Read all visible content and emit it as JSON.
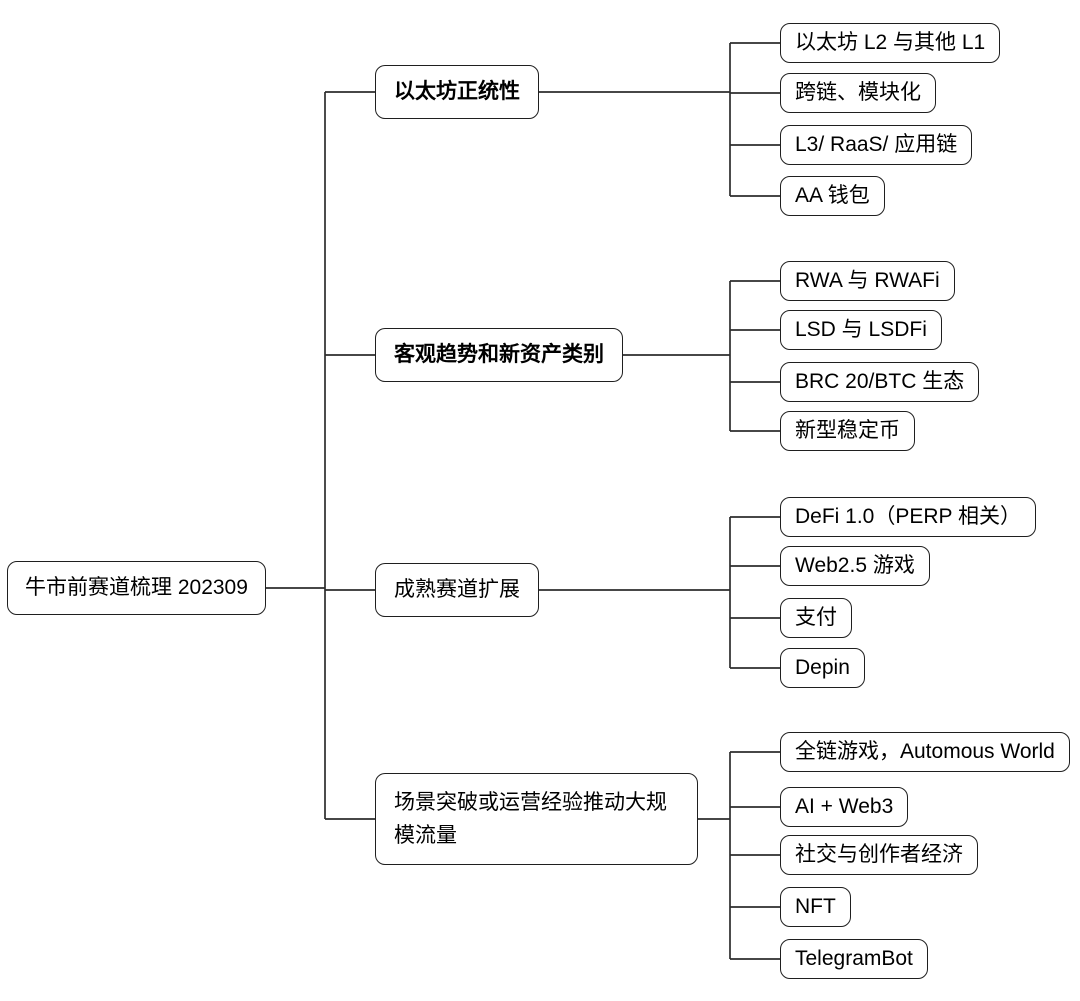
{
  "diagram": {
    "type": "mindmap",
    "root": {
      "label": "牛市前赛道梳理 202309"
    },
    "branches": [
      {
        "label": "以太坊正统性",
        "emphasis": "bold",
        "children": [
          "以太坊 L2 与其他 L1",
          "跨链、模块化",
          "L3/ RaaS/ 应用链",
          "AA 钱包"
        ]
      },
      {
        "label": "客观趋势和新资产类别",
        "emphasis": "bold",
        "children": [
          "RWA 与 RWAFi",
          "LSD 与 LSDFi",
          "BRC 20/BTC 生态",
          "新型稳定币"
        ]
      },
      {
        "label": "成熟赛道扩展",
        "emphasis": "regular",
        "children": [
          "DeFi 1.0（PERP 相关）",
          "Web2.5 游戏",
          "支付",
          "Depin"
        ]
      },
      {
        "label": "场景突破或运营经验推动大规模流量",
        "emphasis": "regular",
        "children": [
          "全链游戏，Automous World",
          "AI + Web3",
          "社交与创作者经济",
          "NFT",
          "TelegramBot"
        ]
      }
    ]
  },
  "colors": {
    "line": "#2d2d2d",
    "node_border": "#1f1f1f",
    "node_background": "#ffffff",
    "text": "#000000",
    "canvas_background": "#ffffff"
  }
}
